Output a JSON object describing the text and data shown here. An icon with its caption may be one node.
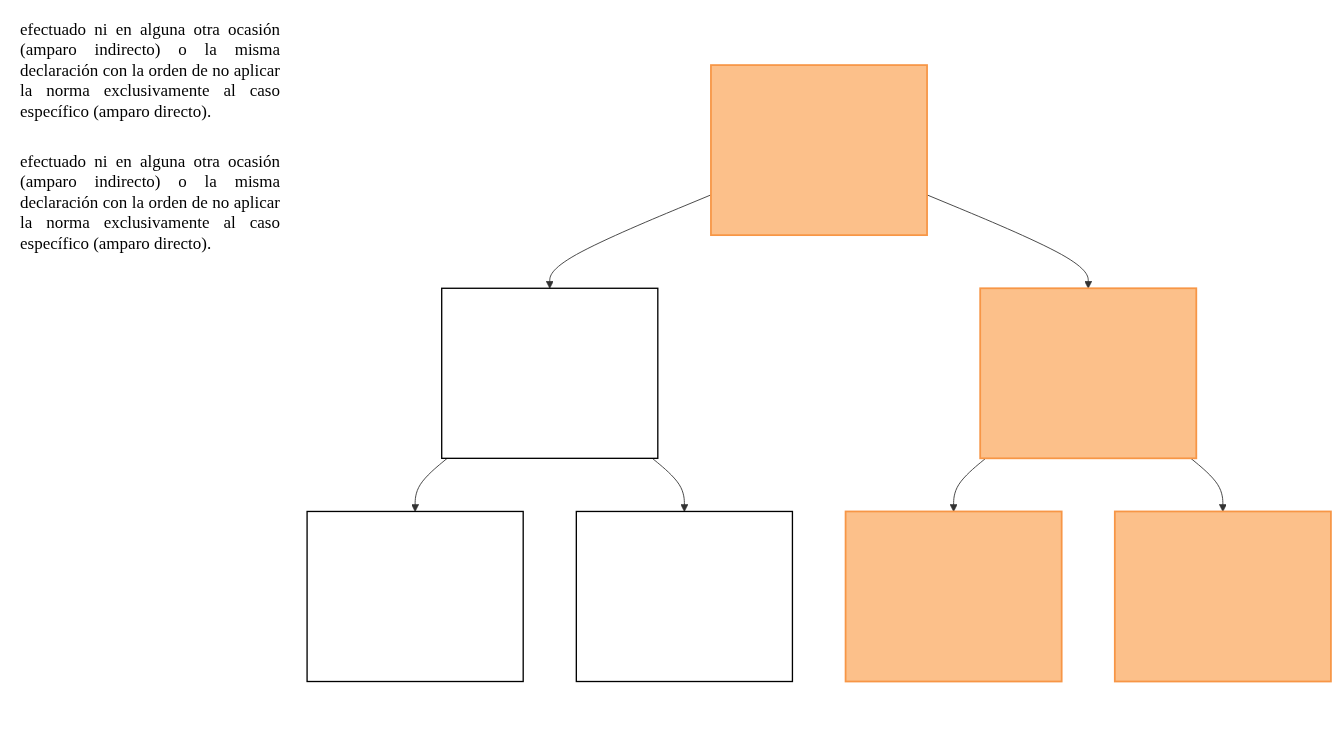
{
  "diagram": {
    "nodes": [
      {
        "text": [],
        "shape": "box"
      },
      {
        "text": [],
        "shape": "box"
      },
      {
        "text": [],
        "shape": "box"
      },
      {
        "text": [],
        "shape": "box"
      },
      {
        "text": [],
        "shape": "box"
      },
      {
        "text": [],
        "shape": "box"
      },
      {
        "text": [],
        "shape": "box"
      }
    ],
    "edges": [
      {
        "from": 0,
        "to": 1,
        "arrow": "to"
      },
      {
        "from": 0,
        "to": 2,
        "arrow": "to"
      },
      {
        "from": 1,
        "to": 3,
        "arrow": "to"
      },
      {
        "from": 1,
        "to": 4,
        "arrow": "to"
      },
      {
        "from": 2,
        "to": 5,
        "arrow": "to"
      },
      {
        "from": 2,
        "to": 6,
        "arrow": "to"
      }
    ],
    "labels": [
      "efectuado ni en alguna otra ocasión (amparo indirecto) o la misma declaración con la orden de no aplicar la norma exclusivamente al caso específico (amparo directo).",
      "efectuado ni en alguna otra ocasión (amparo indirecto) o la misma declaración con la orden de no aplicar la norma exclusivamente al caso específico (amparo directo)."
    ]
  }
}
